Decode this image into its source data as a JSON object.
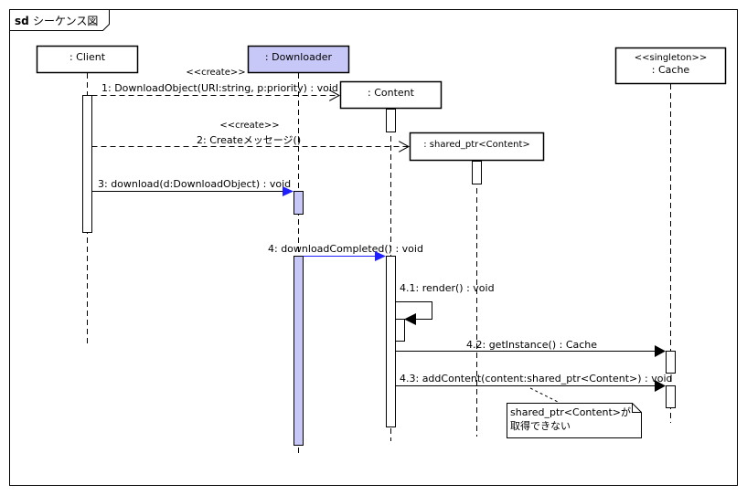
{
  "frame": {
    "keyword": "sd",
    "title": "シーケンス図"
  },
  "colors": {
    "highlight": "#c8c8f8",
    "arrow_blue": "#2020ff",
    "line": "#000000",
    "box": "#ffffff"
  },
  "lifelines": [
    {
      "id": "client",
      "label": ": Client",
      "stereotype": ""
    },
    {
      "id": "downloader",
      "label": ": Downloader",
      "stereotype": ""
    },
    {
      "id": "content",
      "label": ": Content",
      "stereotype": ""
    },
    {
      "id": "shared_ptr",
      "label": ": shared_ptr<Content>",
      "stereotype": ""
    },
    {
      "id": "cache",
      "label": ": Cache",
      "stereotype": "<<singleton>>"
    }
  ],
  "messages": [
    {
      "id": "m1",
      "label": "1: DownloadObject(URI:string, p:priority) : void",
      "stereotype": "<<create>>",
      "kind": "create"
    },
    {
      "id": "m2",
      "label": "2: Createメッセージ()",
      "stereotype": "<<create>>",
      "kind": "create"
    },
    {
      "id": "m3",
      "label": "3: download(d:DownloadObject) : void",
      "stereotype": "",
      "kind": "async"
    },
    {
      "id": "m4",
      "label": "4: downloadCompleted() : void",
      "stereotype": "",
      "kind": "async"
    },
    {
      "id": "m41",
      "label": "4.1: render() : void",
      "stereotype": "",
      "kind": "self"
    },
    {
      "id": "m42",
      "label": "4.2: getInstance() : Cache",
      "stereotype": "",
      "kind": "sync"
    },
    {
      "id": "m43",
      "label": "4.3: addContent(content:shared_ptr<Content>) : void",
      "stereotype": "",
      "kind": "sync"
    }
  ],
  "note": {
    "lines": [
      "shared_ptr<Content>が",
      "取得できない"
    ]
  }
}
